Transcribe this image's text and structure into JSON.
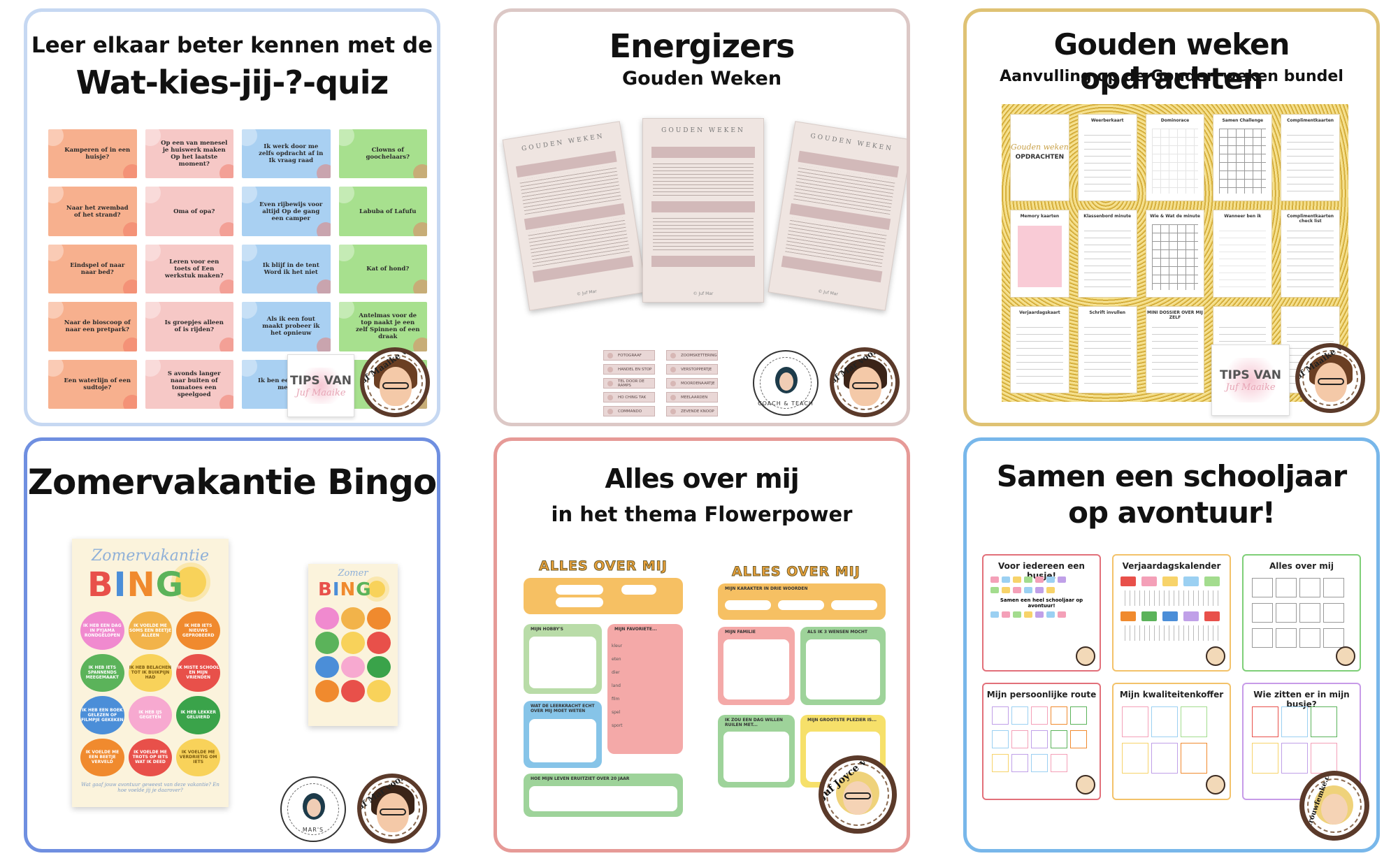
{
  "cards": {
    "quiz": {
      "title_line1": "Leer elkaar beter kennen met de",
      "title_line2": "Wat-kies-jij-?-quiz",
      "cells": [
        "Kamperen of in een huisje?",
        "Op een van menesel je huiswerk maken  Op het laatste moment?",
        "Ik werk door me zelfs opdracht af in  Ik vraag raad",
        "Clowns of goochelaars?",
        "Naar het zwembad of het strand?",
        "Oma of opa?",
        "Even rijbewijs voor altijd  Op de gang een camper",
        "Labuba of Lafufu",
        "Eindspel of naar naar bed?",
        "Leren voor een toets of Een werkstuk maken?",
        "Ik blijf in de tent  Word ik het niet",
        "Kat of hond?",
        "Naar de bioscoop of naar een pretpark?",
        "Is groepjes alleen of is rijden?",
        "Als ik een fout maakt probeer ik het opnieuw",
        "Antelmas voor de top naakt je een zelf  Spinnen of een draak",
        "Een waterlijn of een sudtoje?",
        "S avonds langer naar buiten of tomatoes een speelgoed",
        "Ik ben een  Ik zwijgt met een",
        ""
      ]
    },
    "energizers": {
      "title": "Energizers",
      "subtitle": "Gouden Weken",
      "doc_heading": "GOUDEN WEKEN",
      "doc_footer": "© Juf Mar",
      "chips_left": [
        "FOTOGRAAF",
        "HANDEL EN STOP",
        "TEL DOOR DE RAMPS",
        "HO CHING TAK",
        "COMMANDO"
      ],
      "chips_right": [
        "ZOOMSKETTERING",
        "VERSTOPPERTJE",
        "MOORDENAARTJE",
        "MEELAARDEN",
        "ZEVENDE KNOOP"
      ]
    },
    "gouden": {
      "title": "Gouden weken opdrachten",
      "subtitle": "Aanvulling op de Gouden weken bundel",
      "cover_script": "Gouden weken",
      "cover_bold": "OPDRACHTEN",
      "pages": [
        "Weerberkaart",
        "Dominorace",
        "Samen Challenge",
        "Complimentkaarten",
        "Memory kaarten",
        "Klassenbord minute",
        "Wie & Wat de minute",
        "Wanneer ben ik",
        "Complimentkaarten check list",
        "Verjaardagskaart",
        "Schrift invullen",
        "MINI DOSSIER OVER MIJ ZELF",
        "",
        ""
      ]
    },
    "bingo": {
      "title": "Zomervakantie Bingo",
      "script": "Zomervakantie",
      "bingo_letters": [
        "B",
        "I",
        "N",
        "G"
      ],
      "small_script": "Zomer",
      "circles": [
        "IK HEB EEN DAG IN PYJAMA RONDGELOPEN",
        "IK VOELDE ME SOMS EEN BEETJE ALLEEN",
        "IK HEB IETS NIEUWS GEPROBEERD",
        "IK HEB IETS SPANNENDS MEEGEMAAKT",
        "IK HEB BELACHEN TOT IK BUIKPIJN HAD",
        "IK MISTE SCHOOL EN MIJN VRIENDEN",
        "IK HEB EEN BOEK GELEZEN OF FILMPJE GEKEKEN",
        "IK HEB IJS GEGETEN",
        "IK HEB LEKKER GELUIERD",
        "IK VOELDE ME EEN BEETJE VERVELD",
        "IK VOELDE ME TROTS OP IETS WAT IK DEED",
        "IK VOELDE ME VERDRIETIG OM IETS"
      ],
      "footer": "Wat gaaf jouw avontuur geweest van deze vakantie? En hoe voelde jij je daarover?",
      "coach_label": "COACH & TEACH",
      "coach_name": "MAR'S"
    },
    "alles": {
      "title_line1": "Alles over mij",
      "title_line2": "in het thema Flowerpower",
      "sheet_heading": "ALLES OVER MIJ",
      "boxes_left": [
        "MIJN HOBBY'S",
        "MIJN FAVORIETE...",
        "WAT DE LEERKRACHT ECHT OVER MIJ MOET WETEN",
        "HOE MIJN LEVEN ERUITZIET OVER 20 JAAR"
      ],
      "boxes_right": [
        "MIJN KARAKTER IN DRIE WOORDEN",
        "MIJN FAMILIE",
        "ALS IK 3 WENSEN MOCHT",
        "IK ZOU EEN DAG WILLEN RUILEN MET...",
        "MIJN GROOTSTE PLEZIER IS..."
      ],
      "favorites": [
        "kleur",
        "eten",
        "dier",
        "land",
        "film",
        "spel",
        "sport"
      ]
    },
    "school": {
      "title_line1": "Samen een schooljaar",
      "title_line2": "op avontuur!",
      "tiles": [
        {
          "label": "Voor iedereen een busje!"
        },
        {
          "label": "Verjaardagskalender"
        },
        {
          "label": "Alles over mij"
        },
        {
          "label": "Mijn persoonlijke route"
        },
        {
          "label": "Mijn kwaliteitenkoffer"
        },
        {
          "label": "Wie zitten er in mijn busje?"
        }
      ],
      "tile_center": "Samen een heel schooljaar op avontuur!"
    }
  },
  "branding": {
    "tips_line1": "TIPS VAN",
    "tips_line2": "Juf Maaike",
    "badge_maaike": "Juf Maaike voor",
    "badge_mar": "Juf Mar voor",
    "badge_joyce": "Juf Joyce voor",
    "website": "www.juffrouwfemke.com"
  },
  "colors": {
    "quiz_orange": "#f7b08e",
    "quiz_pink": "#f6c8c6",
    "quiz_blue": "#a9d0f2",
    "quiz_green": "#a7e08e",
    "bingo_colors": [
      "#f08acf",
      "#f2b34a",
      "#f08a2e",
      "#5bb35a",
      "#f8d25a",
      "#e8504a",
      "#4b8ed8",
      "#f7a9d0",
      "#3aa34a",
      "#f08a2e",
      "#e8504a",
      "#f8d25a"
    ]
  }
}
